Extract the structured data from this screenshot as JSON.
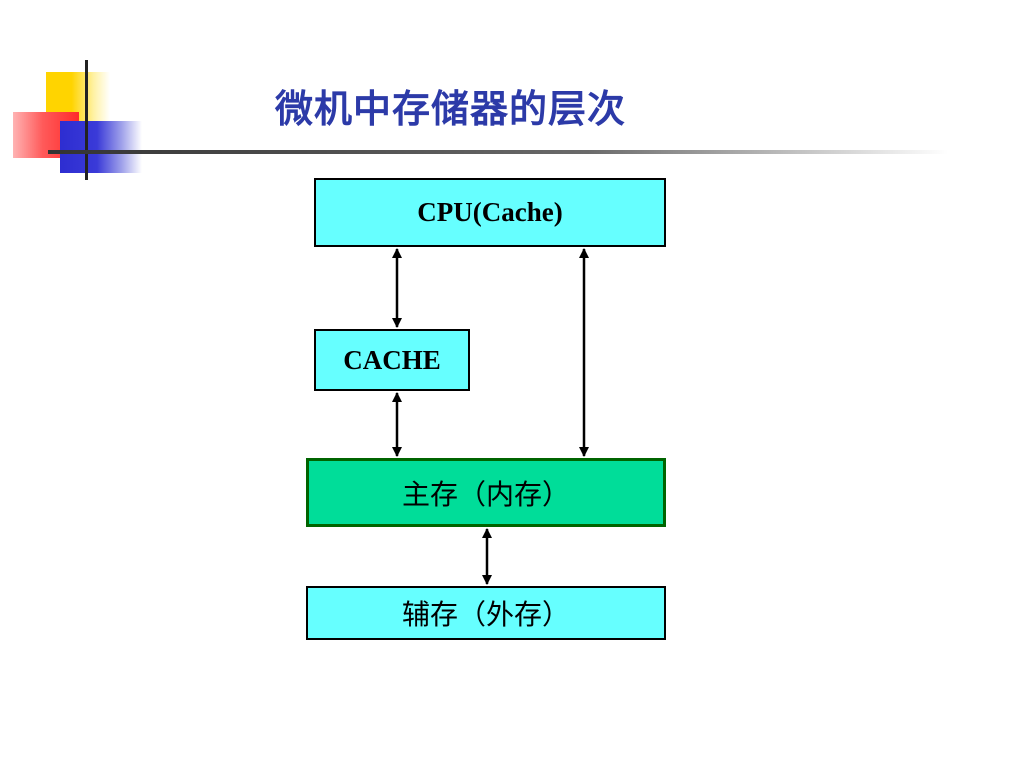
{
  "slide": {
    "title": "微机中存储器的层次"
  },
  "diagram": {
    "nodes": {
      "cpu": "CPU(Cache)",
      "cache": "CACHE",
      "main_memory": "主存（内存）",
      "aux_memory": "辅存（外存）"
    },
    "colors": {
      "cyan_box": "#66ffff",
      "main_box": "#00dd99",
      "title": "#2c3aa8"
    },
    "edges": [
      {
        "from": "cpu",
        "to": "cache",
        "direction": "both"
      },
      {
        "from": "cpu",
        "to": "main_memory",
        "direction": "both"
      },
      {
        "from": "cache",
        "to": "main_memory",
        "direction": "both"
      },
      {
        "from": "main_memory",
        "to": "aux_memory",
        "direction": "both"
      }
    ]
  }
}
